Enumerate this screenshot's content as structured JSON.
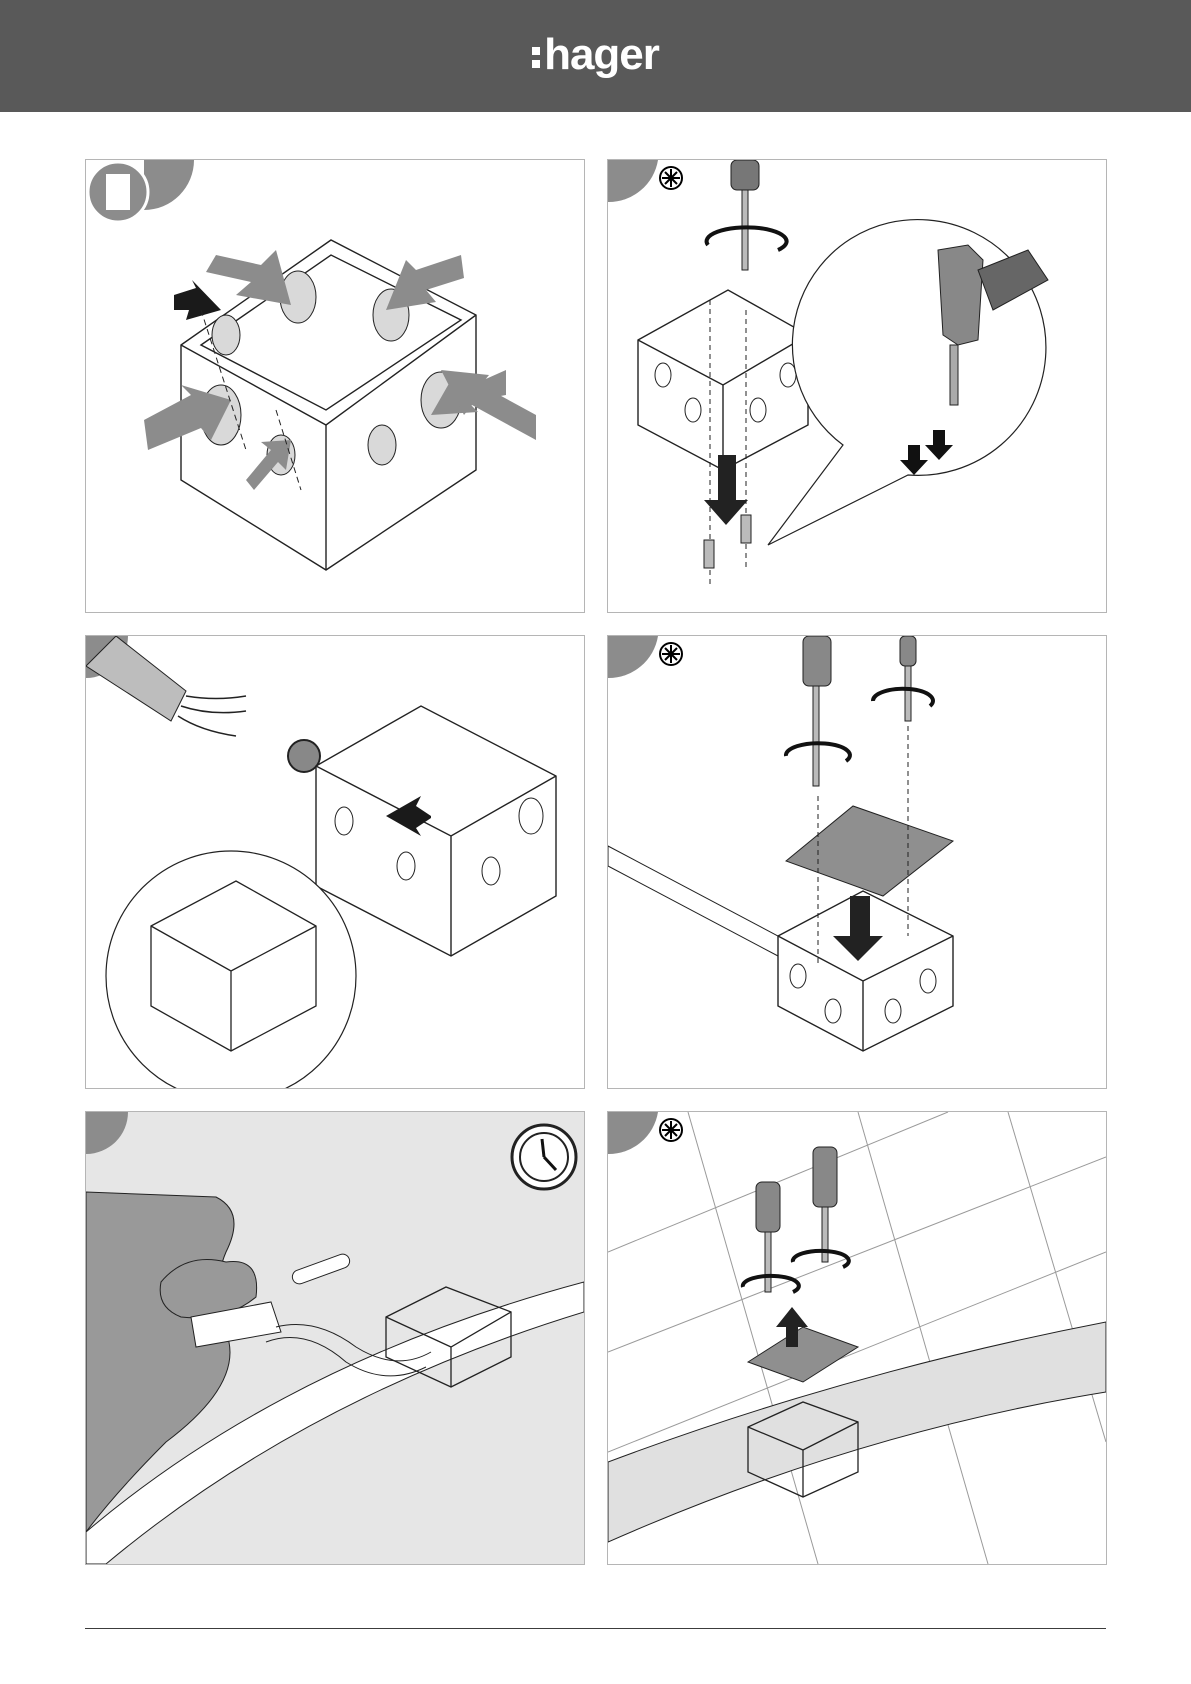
{
  "brand": {
    "name": "hager",
    "header_color": "#595959"
  },
  "colors": {
    "panel_border": "#b5b5b5",
    "step_badge": "#8c8c8c",
    "arrow_grey": "#8c8c8c",
    "arrow_dark": "#1a1a1a",
    "floor_fill": "#e6e6e6",
    "mortar_fill": "#999999",
    "cover_fill": "#8f8f8f"
  },
  "steps": [
    {
      "icon": "wall-mount-icon",
      "action": "knock-out-holes"
    },
    {
      "icon": "cold-snowflake-icon",
      "action": "drill-and-screw-box"
    },
    {
      "icon": "",
      "action": "insert-cable-gland"
    },
    {
      "icon": "cold-snowflake-icon",
      "action": "screw-cover-plate"
    },
    {
      "icon": "clock-icon",
      "action": "apply-mortar-and-wait"
    },
    {
      "icon": "cold-snowflake-icon",
      "action": "remove-cover-plate"
    }
  ]
}
